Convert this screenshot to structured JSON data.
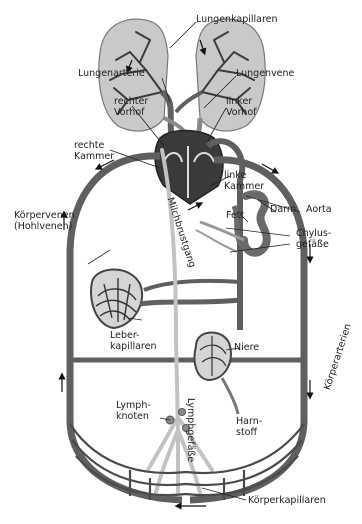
{
  "labels": {
    "lungenkapillaren": "Lungenkapillaren",
    "lungenarterie": "Lungenarterie",
    "lungenvene": "Lungenvene",
    "rechter_vorhof": "rechter\nVorhof",
    "linker_vorhof": "linker\nVorhof",
    "rechte_kammer": "rechte\nKammer",
    "linke_kammer": "linke\nKammer",
    "milchbrustgang": "Milchbrustgang",
    "darm": "Darm",
    "fett": "Fett",
    "aorta": "Aorta",
    "koerpervenen": "Körpervenen\n(Hohlvenen)",
    "chylusgefaesse": "Chylus-\ngefäße",
    "leberkapillaren": "Leber-\nkapillaren",
    "niere": "Niere",
    "lymphknoten": "Lymph-\nknoten",
    "lymphgefaesse": "Lymphgefäße",
    "harnstoff": "Harn-\nstoff",
    "koerperarterien": "Körperarterien",
    "koerperkapillaren": "Körperkapillaren"
  },
  "colors": {
    "vessel": "#5f5f5f",
    "vessel_light": "#b9b9b9",
    "lung_fill": "#c9c9c9",
    "heart_fill": "#3a3a3a",
    "lymph": "#d2d2d2"
  }
}
